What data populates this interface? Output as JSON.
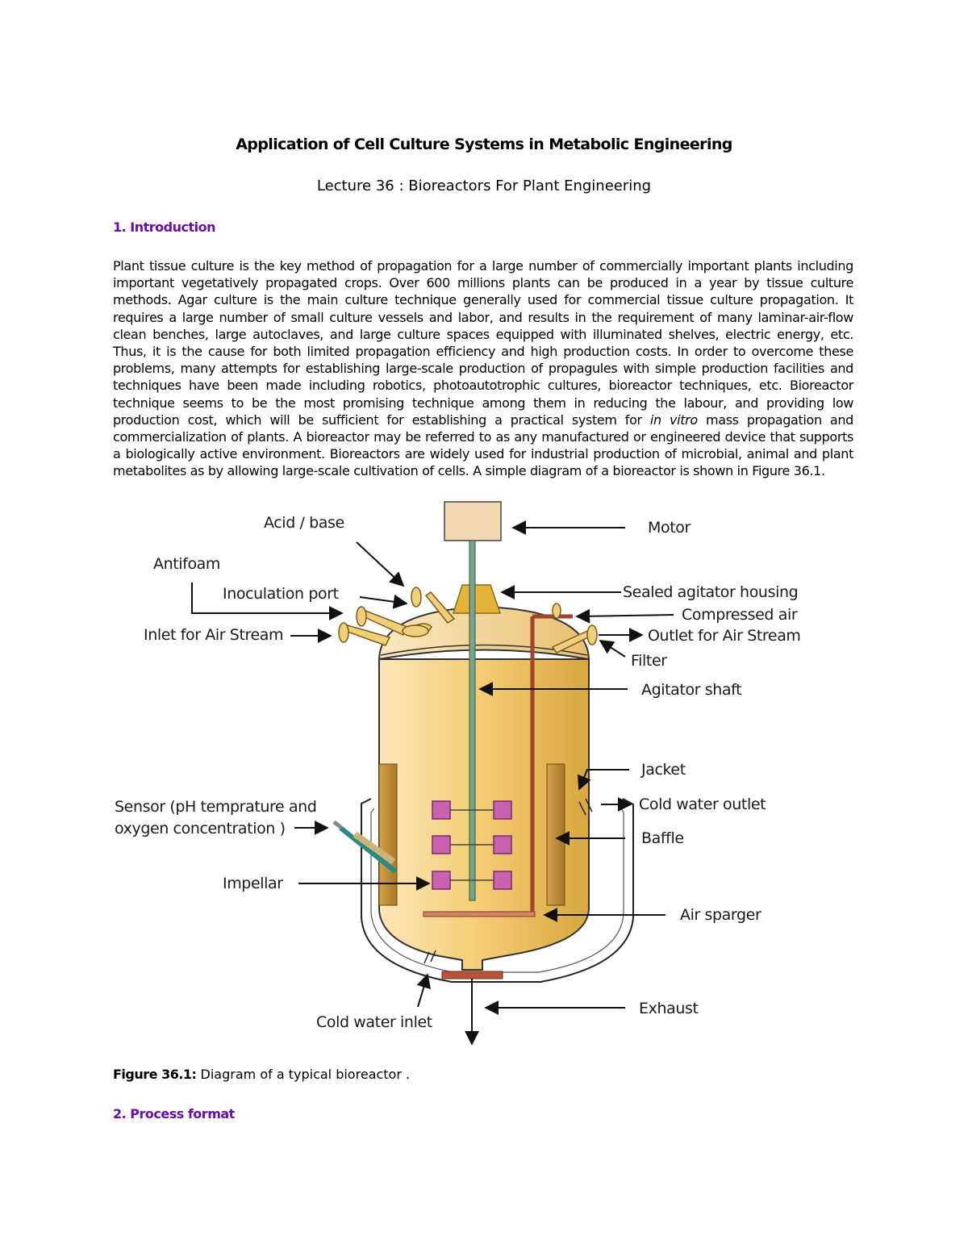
{
  "document": {
    "title": "Application of Cell Culture Systems in Metabolic Engineering",
    "subtitle": "Lecture 36 : Bioreactors For Plant Engineering",
    "accent_color": "#6a0dad"
  },
  "section1": {
    "heading": "1. Introduction",
    "para_part1": "Plant tissue culture is the key method of propagation for a large number of commercially important plants including important vegetatively propagated crops. Over 600 millions plants can be produced in a year by tissue culture methods. Agar culture is the main culture technique generally used for commercial tissue culture propagation. It requires a large number of small culture vessels and labor, and results in the requirement of many laminar-air-flow clean benches, large autoclaves, and large culture spaces equipped with illuminated shelves, electric energy, etc. Thus, it is the cause for both limited propagation efficiency and high production costs. In order to overcome these problems, many attempts for establishing large-scale production of propagules with simple production facilities and techniques have been made including robotics, photoautotrophic cultures, bioreactor techniques, etc. Bioreactor technique seems to be the most promising technique among them in reducing the labour, and providing low production cost, which will be sufficient for establishing a practical system for ",
    "para_italic": "in vitro",
    "para_part2": " mass propagation and commercialization of plants. A bioreactor may be referred to as any manufactured or engineered device that supports a biologically active environment. Bioreactors are widely used for industrial production of microbial, animal and plant metabolites as by allowing large-scale cultivation of cells. A simple diagram of a bioreactor is shown in Figure 36.1."
  },
  "figure": {
    "labels": {
      "acid_base": "Acid / base",
      "motor": "Motor",
      "antifoam": "Antifoam",
      "inoculation_port": "Inoculation port",
      "sealed_agitator_housing": "Sealed agitator housing",
      "compressed_air": "Compressed air",
      "inlet_air_stream": "Inlet for Air Stream",
      "outlet_air_stream": "Outlet for Air Stream",
      "filter": "Filter",
      "agitator_shaft": "Agitator shaft",
      "jacket": "Jacket",
      "sensor_line1": "Sensor (pH temprature and",
      "sensor_line2": "oxygen concentration )",
      "cold_water_outlet": "Cold water outlet",
      "baffle": "Baffle",
      "impellar": "Impellar",
      "air_sparger": "Air sparger",
      "exhaust": "Exhaust",
      "cold_water_inlet": "Cold water inlet"
    },
    "caption_label": "Figure 36.1:",
    "caption_text": " Diagram of a typical bioreactor ."
  },
  "section2": {
    "heading": "2. Process format"
  }
}
